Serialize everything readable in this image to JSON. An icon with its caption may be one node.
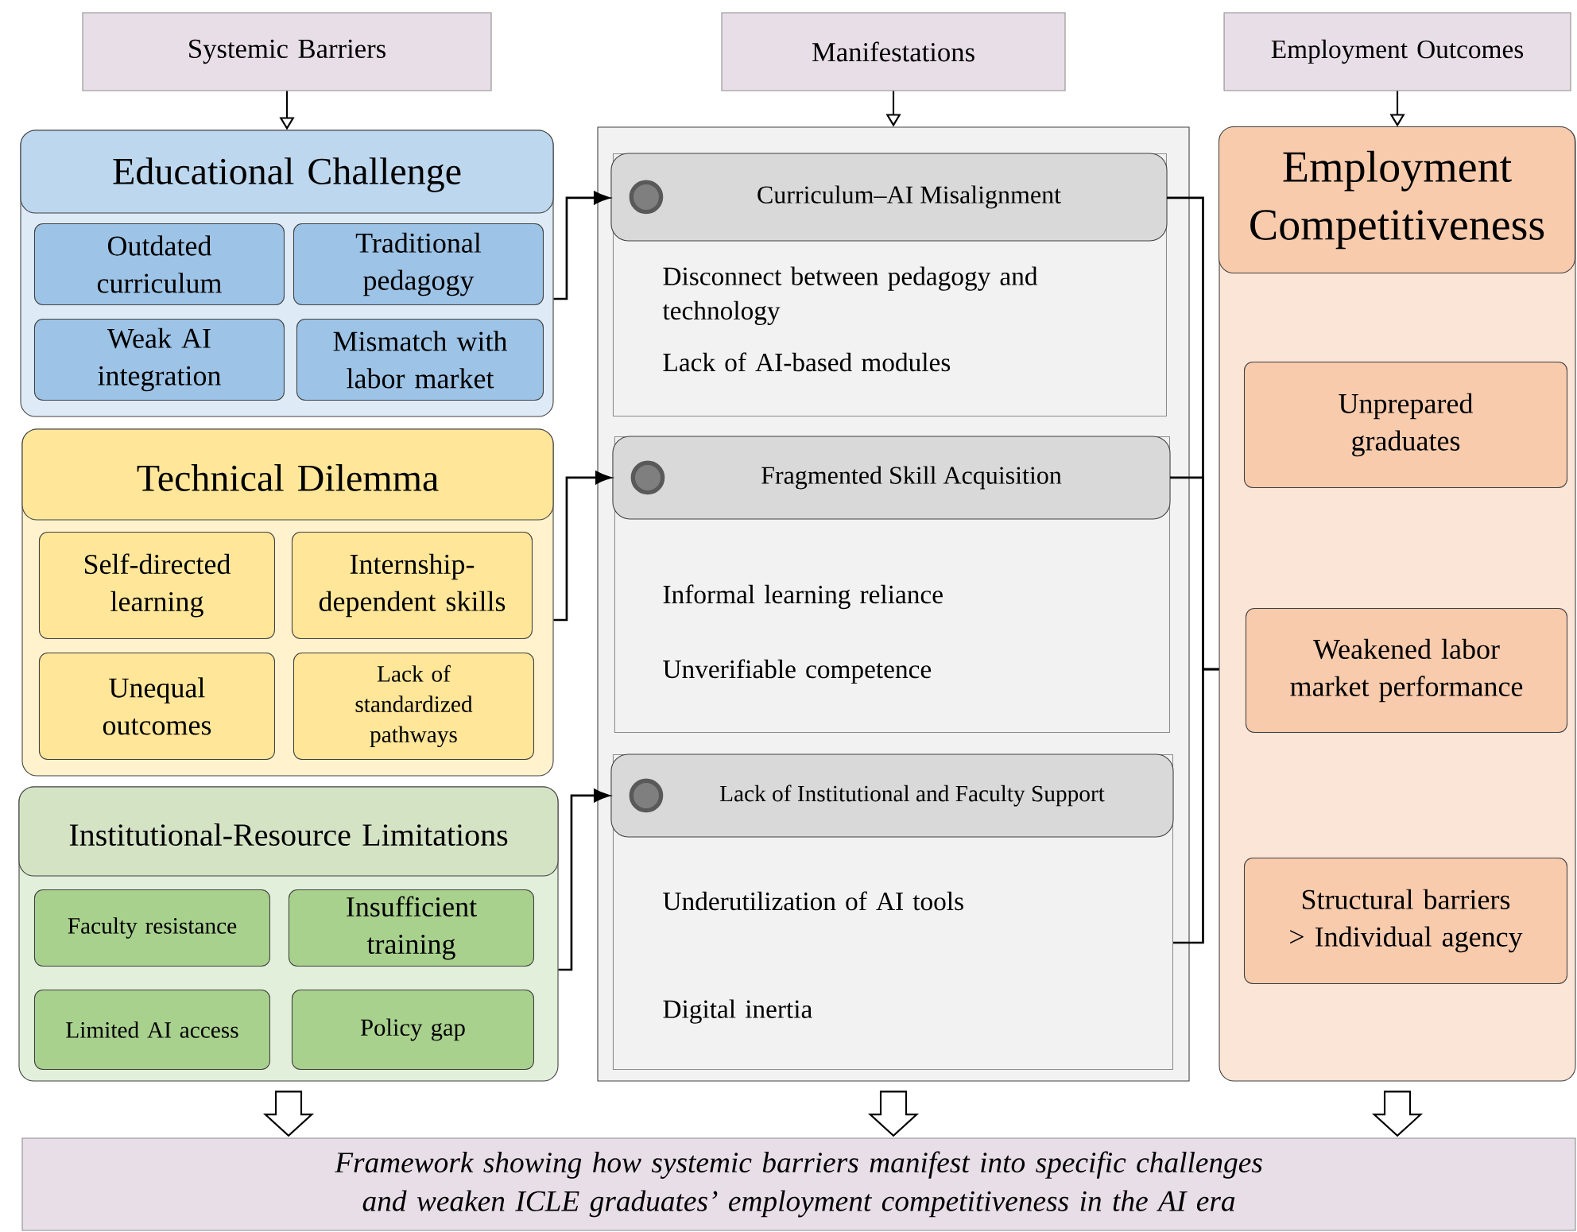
{
  "diagram": {
    "nodes": [
      {
        "text": [
          "Systemic Barriers"
        ]
      },
      {
        "text": [
          "Manifestations"
        ]
      },
      {
        "text": [
          "Employment Outcomes"
        ]
      },
      {
        "text": [
          "Educational Challenge"
        ]
      },
      {
        "text": [
          "Outdated curriculum"
        ],
        "in": 3
      },
      {
        "text": [
          "Traditional pedagogy"
        ],
        "in": 3
      },
      {
        "text": [
          "Weak AI integration"
        ],
        "in": 3
      },
      {
        "text": [
          "Mismatch with labor market"
        ],
        "in": 3
      },
      {
        "text": [
          "Technical Dilemma"
        ]
      },
      {
        "text": [
          "Self-directed learning"
        ],
        "in": 8
      },
      {
        "text": [
          "Internship-dependent skills"
        ],
        "in": 8
      },
      {
        "text": [
          "Unequal outcomes"
        ],
        "in": 8
      },
      {
        "text": [
          "Lack of standardized pathways"
        ],
        "in": 8
      },
      {
        "text": [
          "Institutional-Resource Limitations"
        ]
      },
      {
        "text": [
          "Faculty resistance"
        ],
        "in": 13
      },
      {
        "text": [
          "Insufficient training"
        ],
        "in": 13
      },
      {
        "text": [
          "Limited AI access"
        ],
        "in": 13
      },
      {
        "text": [
          "Policy gap"
        ],
        "in": 13
      },
      {
        "text": [],
        "shape": "box"
      },
      {
        "text": [
          "Curriculum–AI Misalignment",
          "Disconnect between pedagogy and technology",
          "Lack of AI-based modules"
        ],
        "in": 18
      },
      {
        "text": [
          "Fragmented Skill Acquisition",
          "Informal learning reliance",
          "Unverifiable competence"
        ],
        "in": 18
      },
      {
        "text": [
          "Lack of Institutional and Faculty Support",
          "Underutilization of AI tools",
          "Digital inertia"
        ],
        "in": 18
      },
      {
        "text": [],
        "shape": "box"
      },
      {
        "text": [
          "Employment Competitiveness"
        ],
        "in": 22
      },
      {
        "text": [
          "Unprepared graduates"
        ],
        "in": 22
      },
      {
        "text": [
          "Weakened labor market performance"
        ],
        "in": 22
      },
      {
        "text": [
          "Structural barriers > Individual agency"
        ],
        "in": 22
      },
      {
        "text": [
          "Framework showing how systemic barriers manifest into specific challenges and weaken ICLE graduates’ employment competitiveness in the AI era"
        ]
      }
    ],
    "edges": [
      {
        "from": 0,
        "to": 3,
        "arrow": "to"
      },
      {
        "from": 1,
        "to": 18,
        "arrow": "to"
      },
      {
        "from": 2,
        "to": 22,
        "arrow": "to"
      },
      {
        "from": 3,
        "to": 19,
        "arrow": "to"
      },
      {
        "from": 8,
        "to": 20,
        "arrow": "to"
      },
      {
        "from": 13,
        "to": 21,
        "arrow": "to"
      },
      {
        "from": 19,
        "to": 22,
        "arrow": "none"
      },
      {
        "from": 20,
        "to": 22,
        "arrow": "none"
      },
      {
        "from": 21,
        "to": 22,
        "arrow": "none"
      },
      {
        "from": 13,
        "to": 27,
        "arrow": "to"
      },
      {
        "from": 18,
        "to": 27,
        "arrow": "to"
      },
      {
        "from": 22,
        "to": 27,
        "arrow": "to"
      }
    ]
  }
}
